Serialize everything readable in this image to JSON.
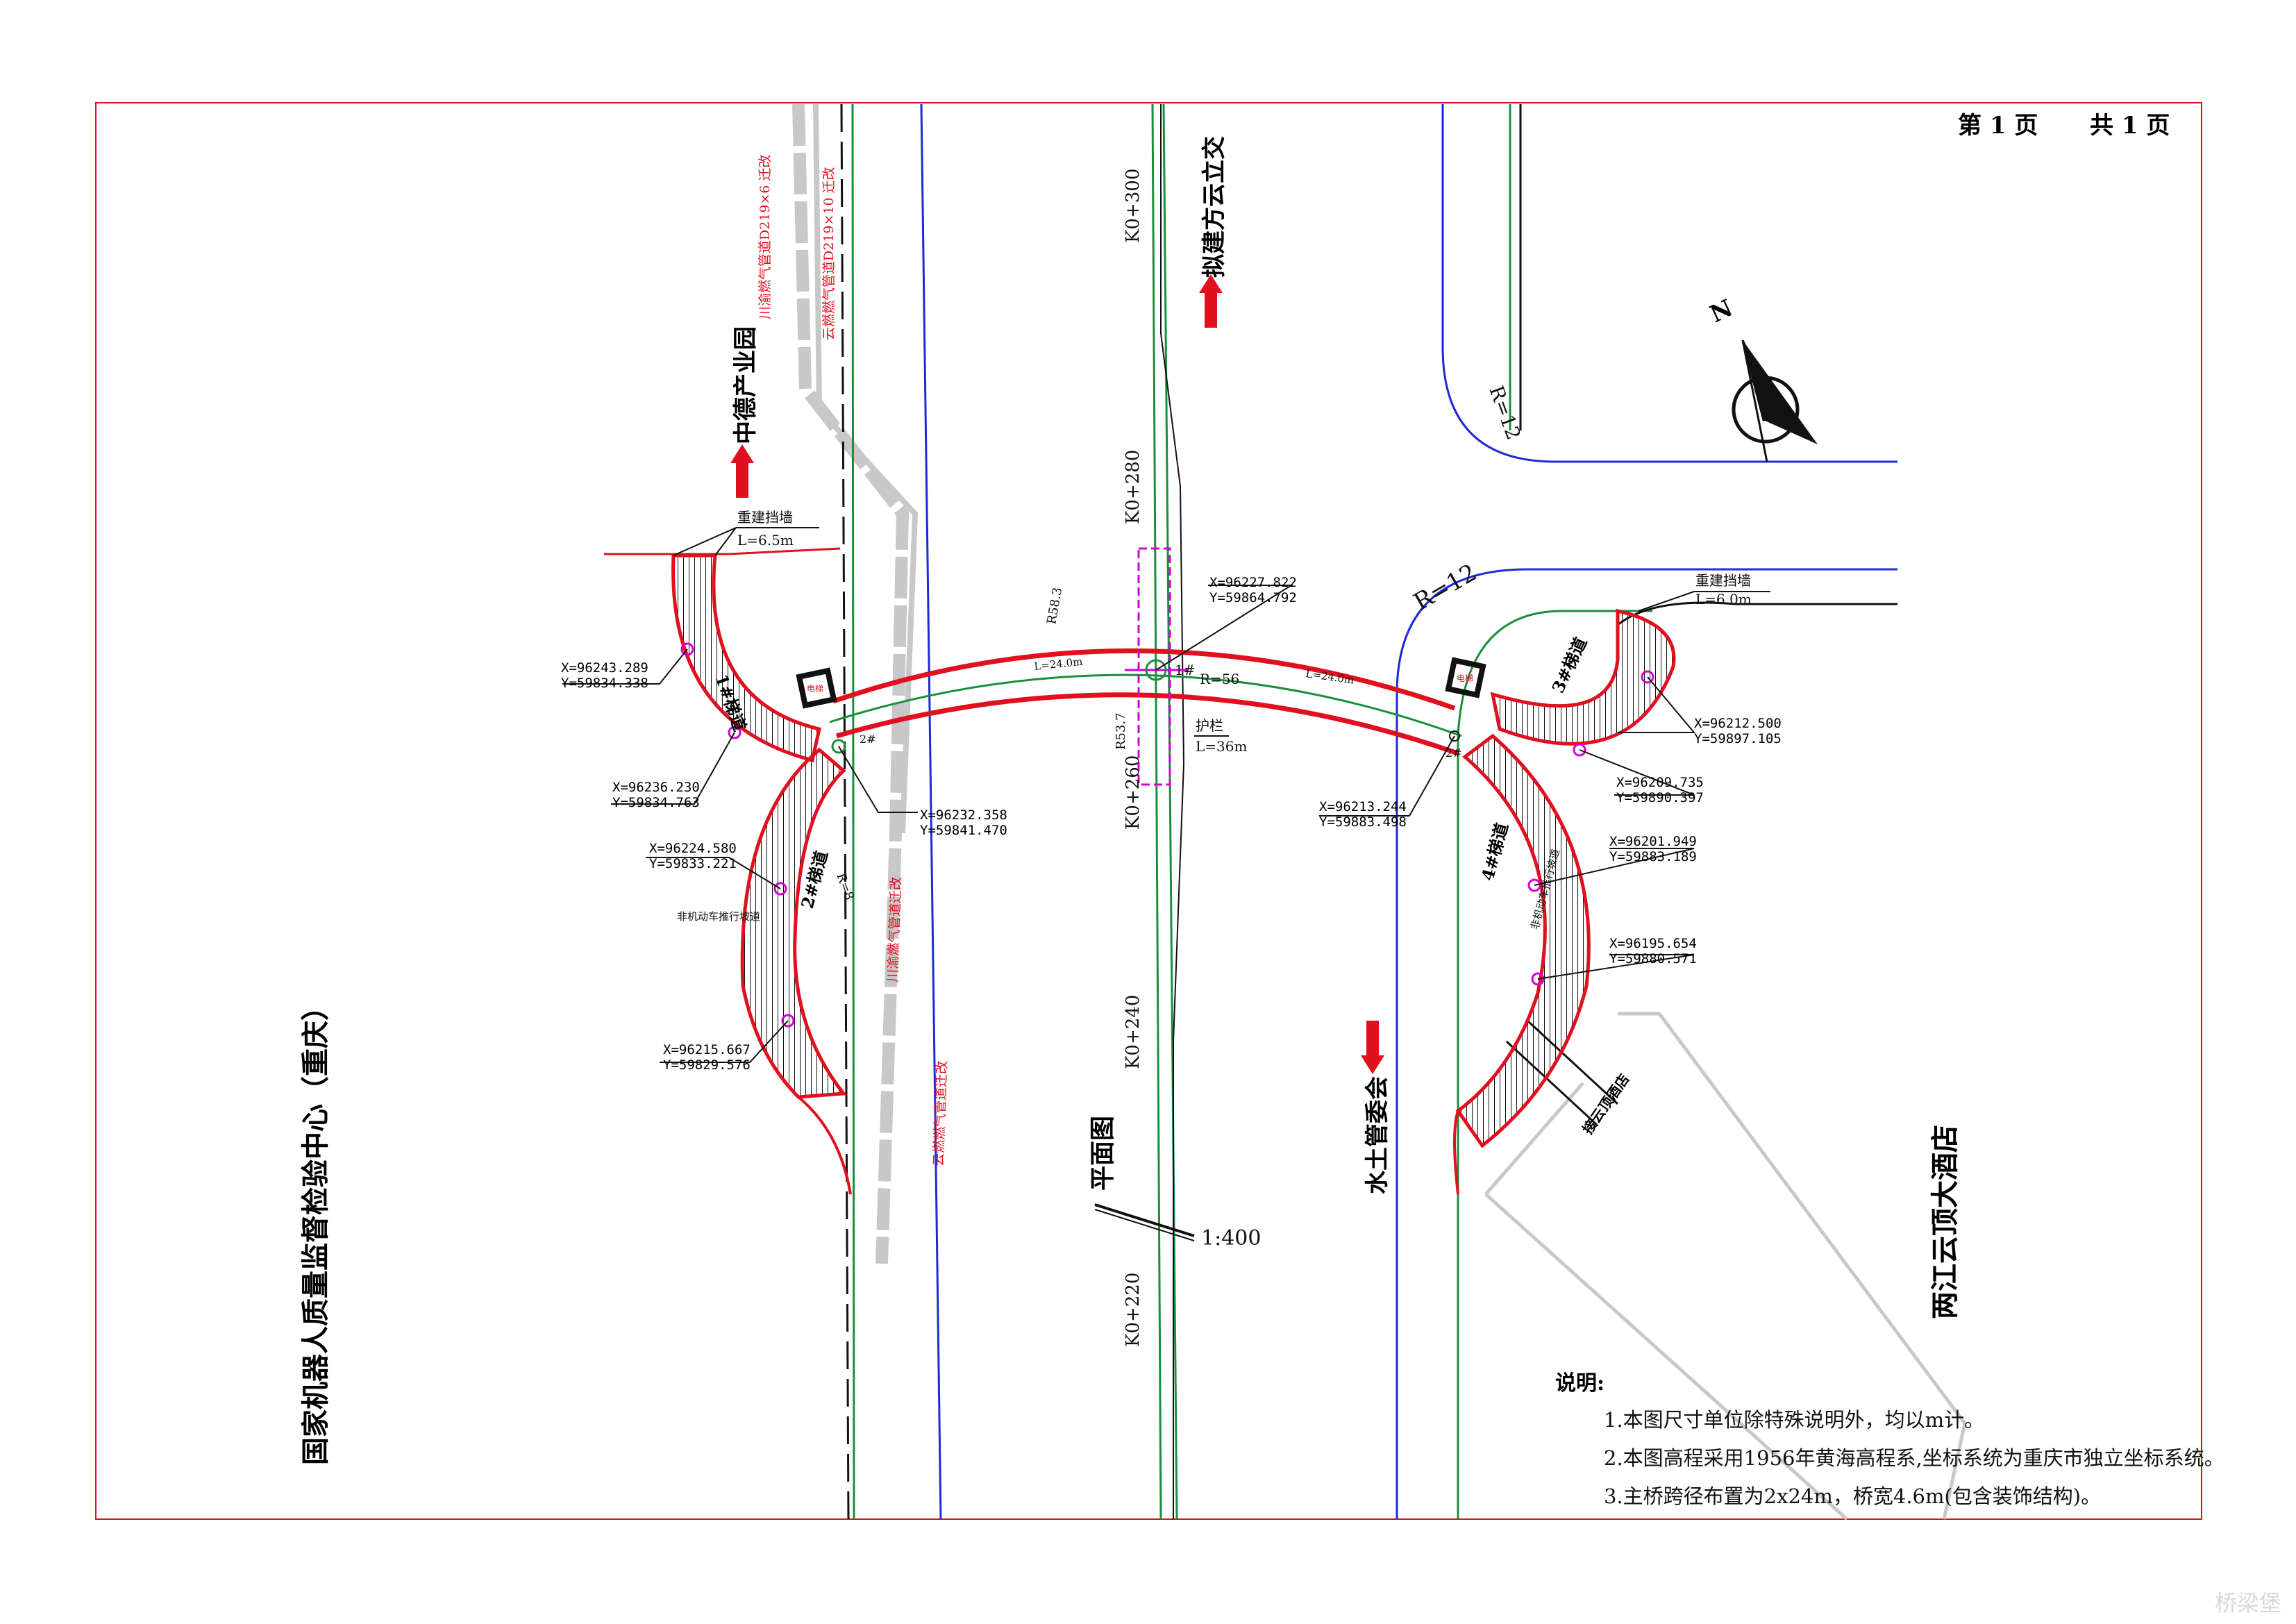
{
  "header": {
    "page_no": "第 1 页",
    "page_total": "共 1 页"
  },
  "title": {
    "main": "平面图",
    "scale": "1:400"
  },
  "places": {
    "left_institution": "国家机器人质量监督检验中心（重庆）",
    "right_hotel": "两江云顶大酒店",
    "up_park": "中德产业园",
    "up_interchange": "拟建方云立交",
    "down_committee": "水土管委会",
    "hotel_link": "接云顶酒店"
  },
  "chainage": [
    "K0+300",
    "K0+280",
    "K0+260",
    "K0+240",
    "K0+220"
  ],
  "radii": {
    "r12_top": "R=12",
    "r12_side": "R=12",
    "r56": "R=56",
    "r58": "R58.3",
    "r53": "R53.7",
    "r8_left": "R=8"
  },
  "spans": {
    "left": "L=24.0m",
    "right": "L=24.0m"
  },
  "pipes": {
    "p1": "川渝燃气管道D219×6 迁改",
    "p2": "云燃燃气管道D219×10 迁改",
    "p3": "川渝燃气管道迁改",
    "p4": "云燃燃气管道迁改"
  },
  "ramps": {
    "r1": "1#梯道",
    "r2": "2#梯道",
    "r3": "3#梯道",
    "r4": "4#梯道"
  },
  "walls": {
    "left_label": "重建挡墙",
    "left_len": "L=6.5m",
    "right_label": "重建挡墙",
    "right_len": "L=6.0m"
  },
  "guard": {
    "label": "护栏",
    "len": "L=36m"
  },
  "bike_ramp": {
    "left": "非机动车推行坡道",
    "right": "非机动车推行坡道"
  },
  "piers": {
    "p1": "1#",
    "p2": "2#",
    "p3": "2#"
  },
  "elevators": {
    "left": "电梯",
    "right": "电梯"
  },
  "north": "N",
  "coords": [
    {
      "x": "X=96243.289",
      "y": "Y=59834.338"
    },
    {
      "x": "X=96236.230",
      "y": "Y=59834.763"
    },
    {
      "x": "X=96232.358",
      "y": "Y=59841.470"
    },
    {
      "x": "X=96224.580",
      "y": "Y=59833.221"
    },
    {
      "x": "X=96215.667",
      "y": "Y=59829.576"
    },
    {
      "x": "X=96227.822",
      "y": "Y=59864.792"
    },
    {
      "x": "X=96213.244",
      "y": "Y=59883.498"
    },
    {
      "x": "X=96212.500",
      "y": "Y=59897.105"
    },
    {
      "x": "X=96209.735",
      "y": "Y=59890.397"
    },
    {
      "x": "X=96201.949",
      "y": "Y=59883.189"
    },
    {
      "x": "X=96195.654",
      "y": "Y=59880.571"
    }
  ],
  "notes": {
    "heading": "说明:",
    "items": [
      "1.本图尺寸单位除特殊说明外，均以m计。",
      "2.本图高程采用1956年黄海高程系,坐标系统为重庆市独立坐标系统。",
      "3.主桥跨径布置为2x24m，桥宽4.6m(包含装饰结构)。"
    ]
  },
  "watermark": "桥梁堡",
  "colors": {
    "red": "#e0101e",
    "green": "#1a8f3a",
    "blue": "#1d2bd6",
    "magenta": "#d400d4",
    "gray": "#c8c8c8"
  }
}
